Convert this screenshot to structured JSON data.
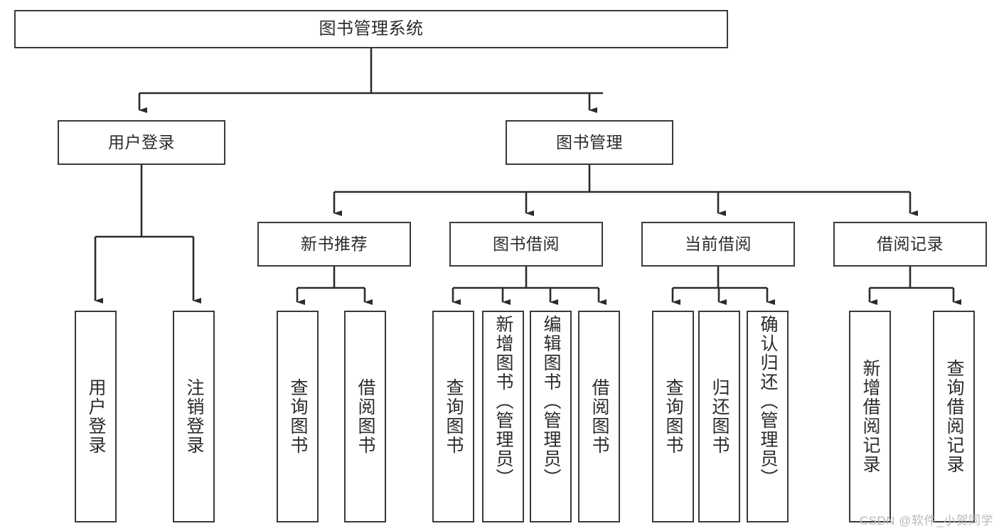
{
  "diagram": {
    "title": "图书管理系统",
    "type": "tree-hierarchy",
    "watermark": "CSDN @软件_小贺同学",
    "colors": {
      "box_border": "#3a3a3a",
      "box_fill": "#ffffff",
      "connector": "#2b2b2b",
      "text": "#2b2b2b",
      "watermark": "#b9b9b9",
      "background": "#ffffff"
    },
    "nodes": {
      "root": {
        "label": "图书管理系统"
      },
      "level1": [
        {
          "id": "user-login",
          "label": "用户登录"
        },
        {
          "id": "book-management",
          "label": "图书管理"
        }
      ],
      "level2": [
        {
          "id": "new-book-recommend",
          "label": "新书推荐"
        },
        {
          "id": "book-borrow",
          "label": "图书借阅"
        },
        {
          "id": "current-borrow",
          "label": "当前借阅"
        },
        {
          "id": "borrow-record",
          "label": "借阅记录"
        }
      ],
      "leaves": {
        "user-login": [
          {
            "id": "leaf-user-login",
            "label": "用户登录"
          },
          {
            "id": "leaf-logout-login",
            "label": "注销登录"
          }
        ],
        "new-book-recommend": [
          {
            "id": "leaf-query-book-1",
            "label": "查询图书"
          },
          {
            "id": "leaf-borrow-book-1",
            "label": "借阅图书"
          }
        ],
        "book-borrow": [
          {
            "id": "leaf-query-book-2",
            "label": "查询图书"
          },
          {
            "id": "leaf-add-book",
            "label": "新增图书（管理员）"
          },
          {
            "id": "leaf-edit-book",
            "label": "编辑图书（管理员）"
          },
          {
            "id": "leaf-borrow-book-2",
            "label": "借阅图书"
          }
        ],
        "current-borrow": [
          {
            "id": "leaf-query-book-3",
            "label": "查询图书"
          },
          {
            "id": "leaf-return-book",
            "label": "归还图书"
          },
          {
            "id": "leaf-confirm-return",
            "label": "确认归还（管理员）"
          }
        ],
        "borrow-record": [
          {
            "id": "leaf-add-record",
            "label": "新增借阅记录"
          },
          {
            "id": "leaf-query-record",
            "label": "查询借阅记录"
          }
        ]
      }
    }
  }
}
